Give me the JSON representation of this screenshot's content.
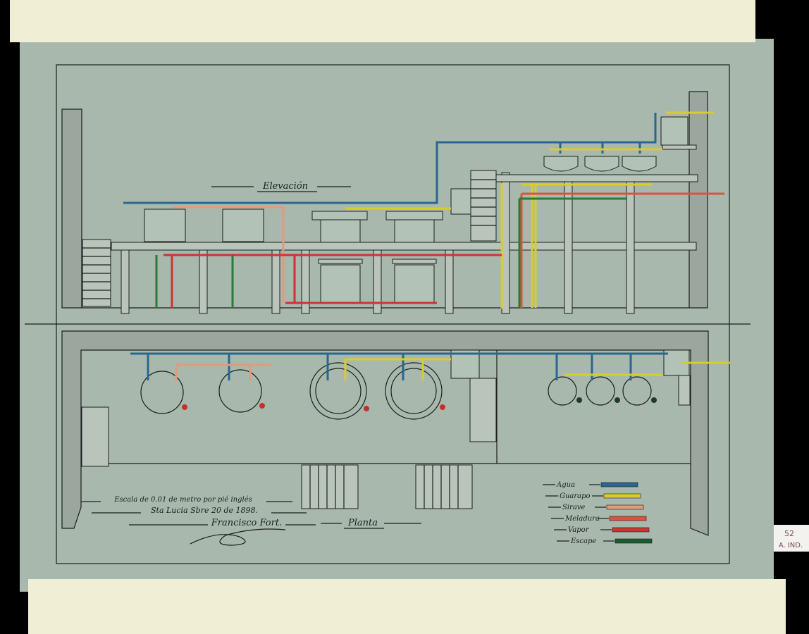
{
  "drawing": {
    "elevation_title": "Elevación",
    "plan_title": "Planta",
    "scale_note": "Escala de 0.01 de metro por pié inglés",
    "place_date": "Sta Lucia Sbre 20 de 1898.",
    "signature": "Francisco Fort.",
    "archive_label_number": "52",
    "archive_label_code": "A. IND."
  },
  "legend": [
    {
      "label": "Agua",
      "color": "#2a6690"
    },
    {
      "label": "Guarapo",
      "color": "#d9cc2e"
    },
    {
      "label": "Sirave",
      "color": "#e29a7c"
    },
    {
      "label": "Meladura",
      "color": "#d9533f"
    },
    {
      "label": "Vapor",
      "color": "#cc3434"
    },
    {
      "label": "Escape",
      "color": "#1f5a30"
    }
  ]
}
